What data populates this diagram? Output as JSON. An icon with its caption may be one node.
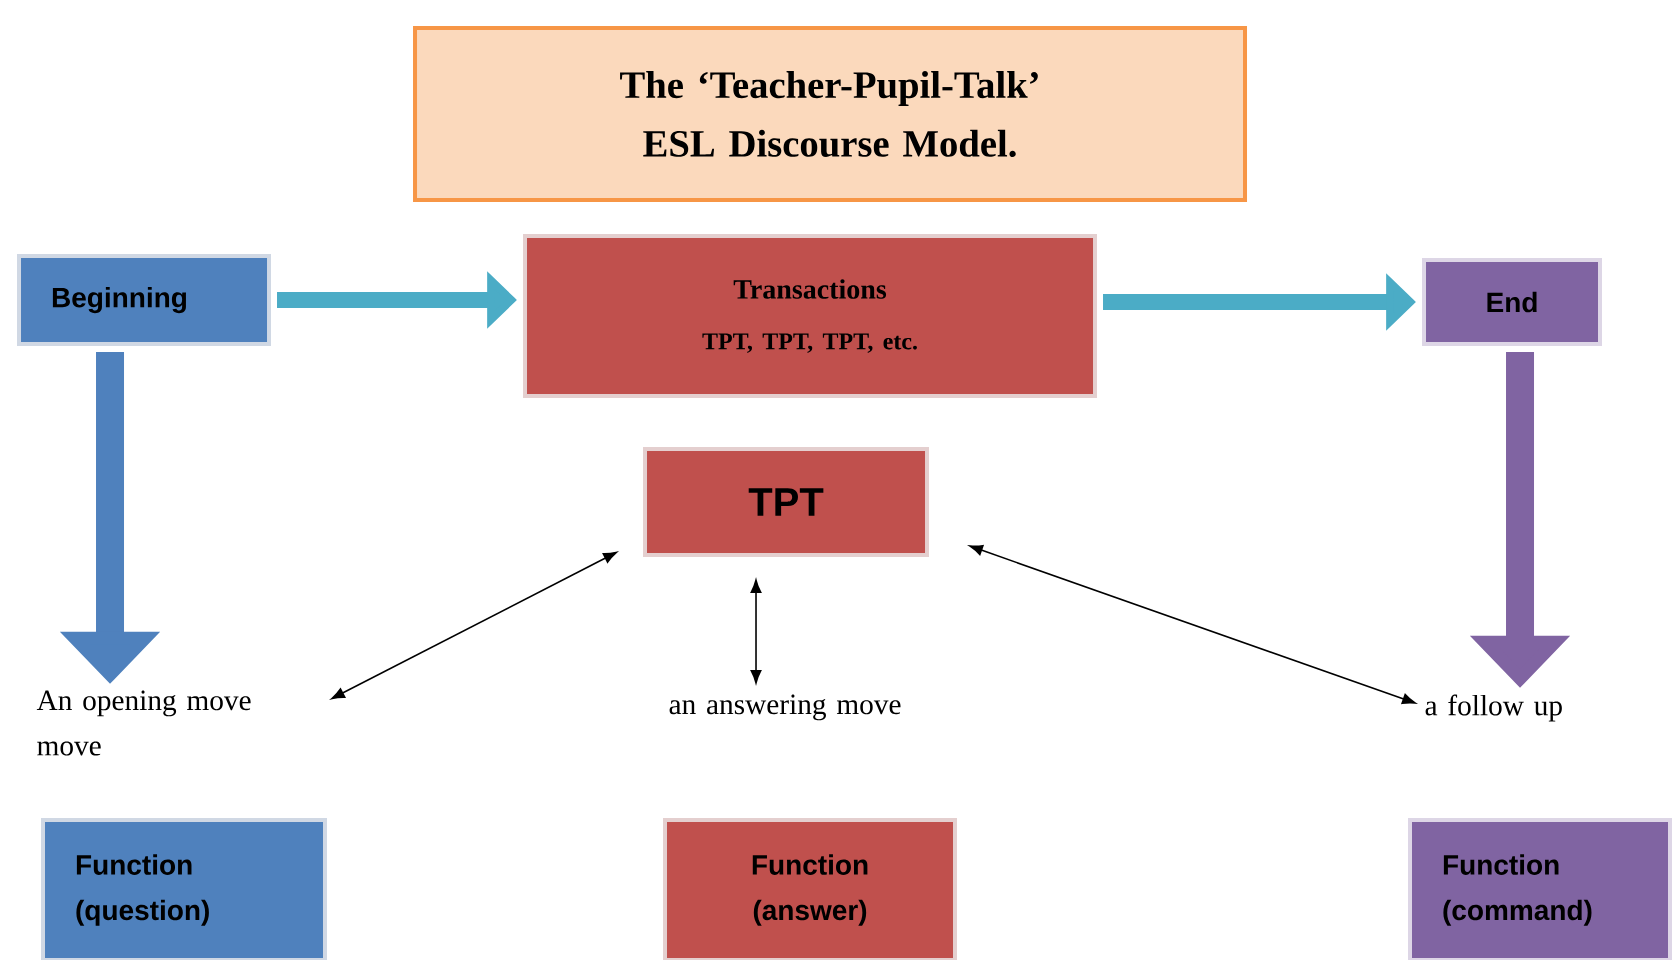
{
  "diagram": {
    "nodes": [
      {
        "text": [
          "The ‘Teacher-Pupil-Talk’ ESL Discourse Model."
        ]
      },
      {
        "text": [
          "Beginning"
        ]
      },
      {
        "text": [
          "Transactions",
          "TPT, TPT, TPT, etc."
        ]
      },
      {
        "text": [
          "End"
        ]
      },
      {
        "text": [
          "TPT"
        ]
      },
      {
        "text": [
          "An opening move move"
        ]
      },
      {
        "text": [
          "an answering move"
        ]
      },
      {
        "text": [
          "a follow up"
        ]
      },
      {
        "text": [
          "Function (question)"
        ]
      },
      {
        "text": [
          "Function (answer)"
        ]
      },
      {
        "text": [
          "Function (command)"
        ]
      }
    ],
    "edges": [
      {
        "from": 1,
        "to": 2,
        "arrow": "to",
        "color": "#4bacc6"
      },
      {
        "from": 2,
        "to": 3,
        "arrow": "to",
        "color": "#4bacc6"
      },
      {
        "from": 1,
        "to": 5,
        "arrow": "to",
        "color": "#4f81bd"
      },
      {
        "from": 3,
        "to": 7,
        "arrow": "to",
        "color": "#8064a2"
      },
      {
        "from": 4,
        "to": 5,
        "arrow": "both"
      },
      {
        "from": 4,
        "to": 6,
        "arrow": "both"
      },
      {
        "from": 4,
        "to": 7,
        "arrow": "both"
      }
    ]
  }
}
